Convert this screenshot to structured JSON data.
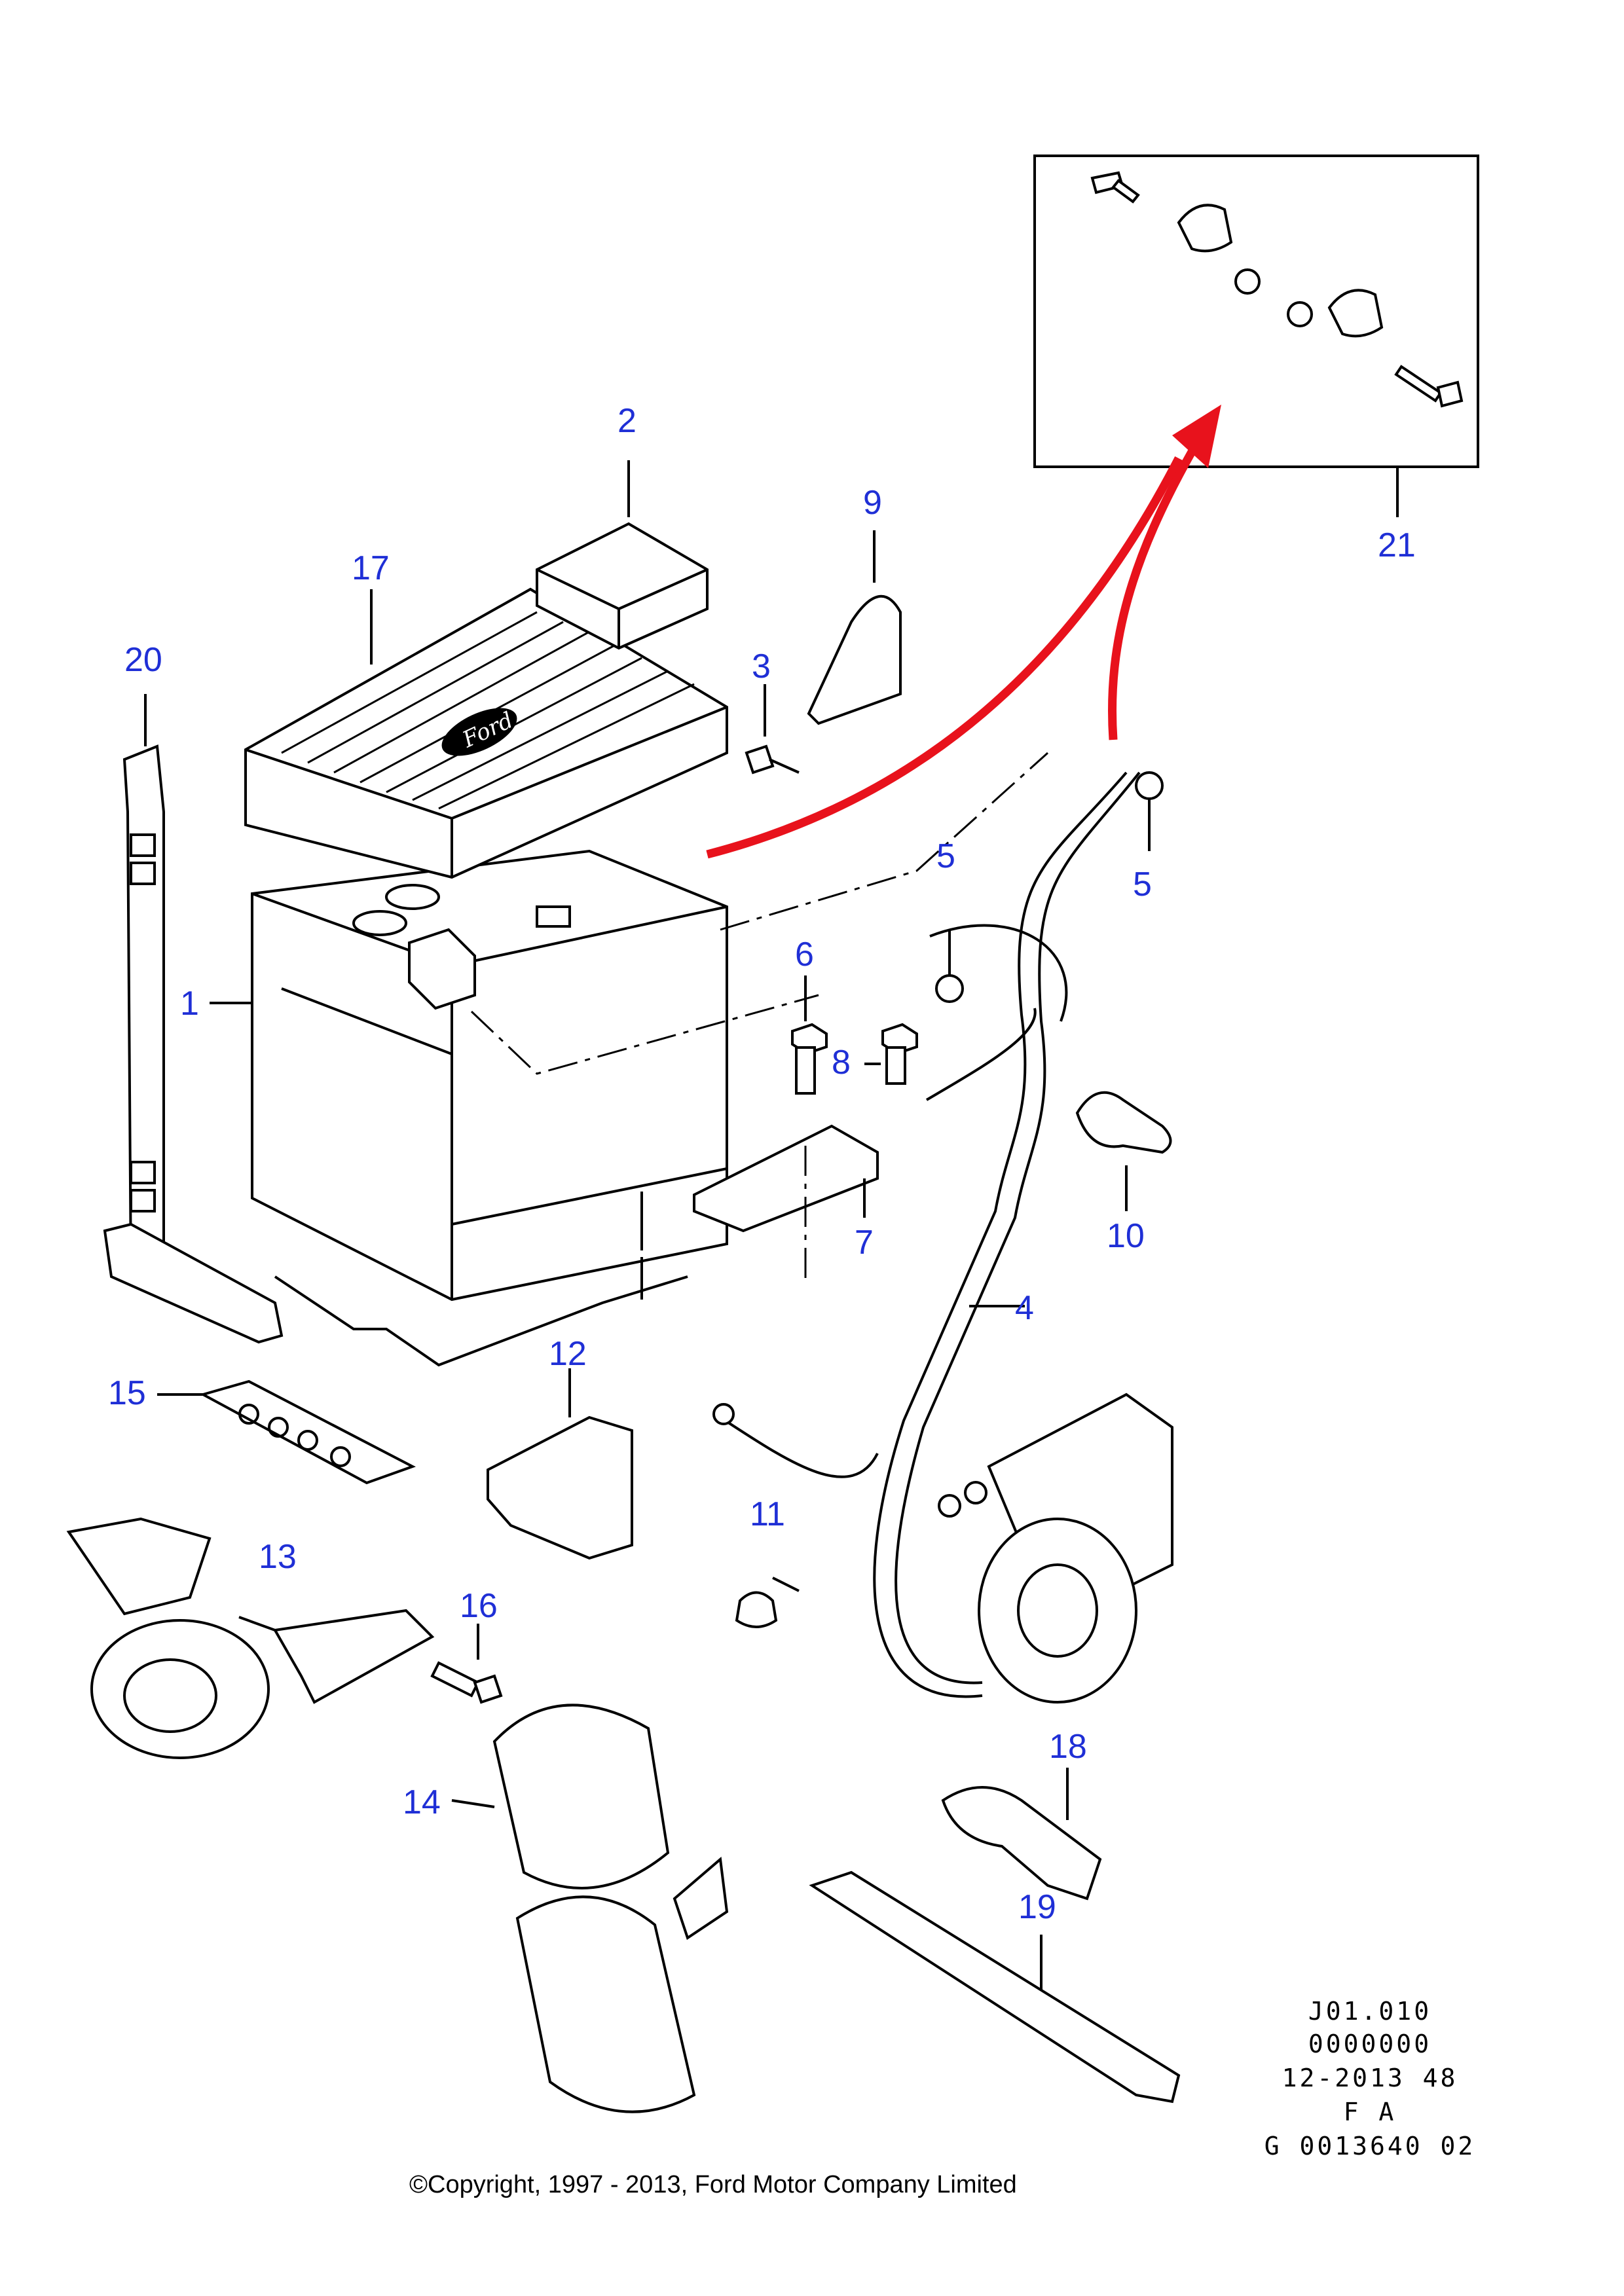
{
  "callouts": [
    "1",
    "2",
    "3",
    "4",
    "5",
    "5",
    "6",
    "7",
    "8",
    "9",
    "10",
    "11",
    "12",
    "13",
    "14",
    "15",
    "16",
    "17",
    "18",
    "19",
    "20",
    "21"
  ],
  "logo_text": "Ford",
  "reference": {
    "line1": "J01.010",
    "line2": "0000000",
    "line3": "12-2013 48",
    "line4": "F A",
    "line5": "G 0013640 02"
  },
  "copyright": "©Copyright, 1997 - 2013, Ford Motor Company Limited",
  "colors": {
    "callout": "#1f2fd6",
    "arrow": "#e8121c",
    "line": "#000000"
  }
}
